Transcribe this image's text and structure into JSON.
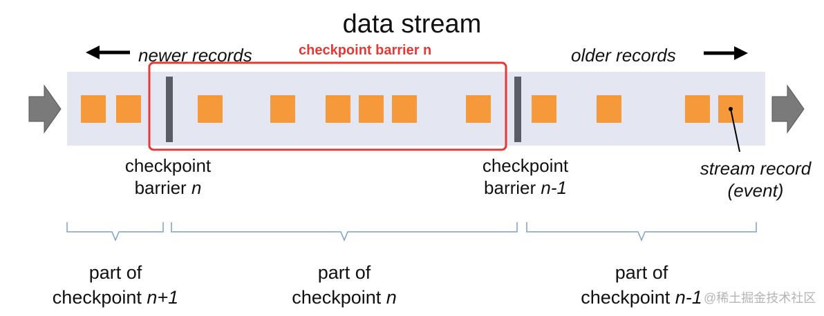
{
  "title": "data stream",
  "newer_label": "newer records",
  "older_label": "older records",
  "highlight_label": "checkpoint barrier n",
  "barrier_n": {
    "line1": "checkpoint",
    "line2_prefix": "barrier ",
    "line2_italic": "n"
  },
  "barrier_n_minus_1": {
    "line1": "checkpoint",
    "line2_prefix": "barrier ",
    "line2_italic": "n-1"
  },
  "record_label": {
    "line1": "stream record",
    "line2": "(event)"
  },
  "parts": [
    {
      "line1": "part of",
      "line2_prefix": "checkpoint ",
      "line2_italic": "n+1"
    },
    {
      "line1": "part of",
      "line2_prefix": "checkpoint ",
      "line2_italic": "n"
    },
    {
      "line1": "part of",
      "line2_prefix": "checkpoint ",
      "line2_italic": "n-1"
    }
  ],
  "watermark": "@稀土掘金技术社区",
  "colors": {
    "stream_bg": "#e4e6f2",
    "record": "#f5993a",
    "barrier": "#5b5d66",
    "highlight": "#e53935",
    "arrow": "#7a7a7a",
    "brace": "#7f9fc5"
  }
}
